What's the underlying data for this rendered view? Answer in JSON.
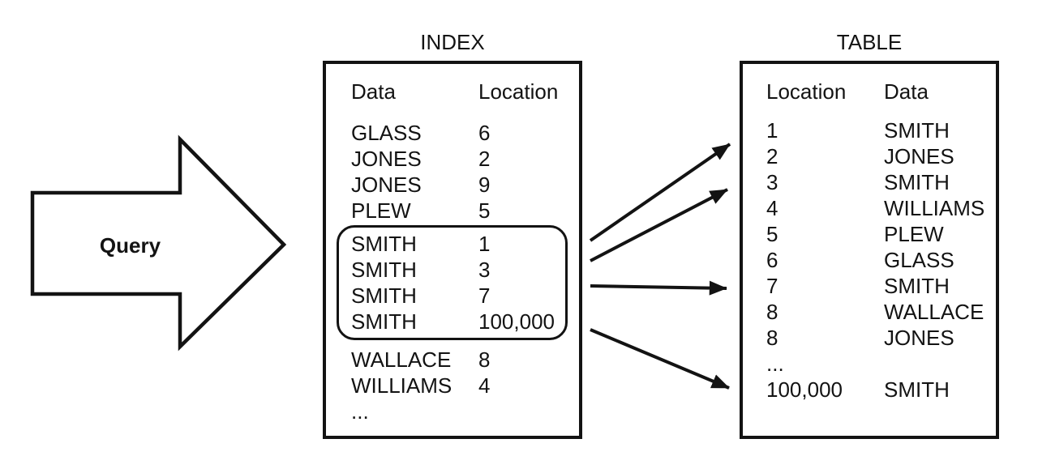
{
  "colors": {
    "ink": "#131313",
    "bg": "#ffffff"
  },
  "query_arrow": {
    "label": "Query"
  },
  "index_panel": {
    "title": "INDEX",
    "columns": {
      "col1": "Data",
      "col2": "Location"
    },
    "rows_top": [
      {
        "data": "GLASS",
        "loc": "6"
      },
      {
        "data": "JONES",
        "loc": "2"
      },
      {
        "data": "JONES",
        "loc": "9"
      },
      {
        "data": "PLEW",
        "loc": "5"
      }
    ],
    "highlighted_rows": [
      {
        "data": "SMITH",
        "loc": "1"
      },
      {
        "data": "SMITH",
        "loc": "3"
      },
      {
        "data": "SMITH",
        "loc": "7"
      },
      {
        "data": "SMITH",
        "loc": "100,000"
      }
    ],
    "rows_bottom": [
      {
        "data": "WALLACE",
        "loc": "8"
      },
      {
        "data": "WILLIAMS",
        "loc": "4"
      },
      {
        "data": "...",
        "loc": ""
      }
    ]
  },
  "table_panel": {
    "title": "TABLE",
    "columns": {
      "col1": "Location",
      "col2": "Data"
    },
    "rows": [
      {
        "loc": "1",
        "data": "SMITH"
      },
      {
        "loc": "2",
        "data": "JONES"
      },
      {
        "loc": "3",
        "data": "SMITH"
      },
      {
        "loc": "4",
        "data": "WILLIAMS"
      },
      {
        "loc": "5",
        "data": "PLEW"
      },
      {
        "loc": "6",
        "data": "GLASS"
      },
      {
        "loc": "7",
        "data": "SMITH"
      },
      {
        "loc": "8",
        "data": "WALLACE"
      },
      {
        "loc": "8",
        "data": "JONES"
      },
      {
        "loc": "...",
        "data": ""
      },
      {
        "loc": "100,000",
        "data": "SMITH"
      }
    ]
  }
}
